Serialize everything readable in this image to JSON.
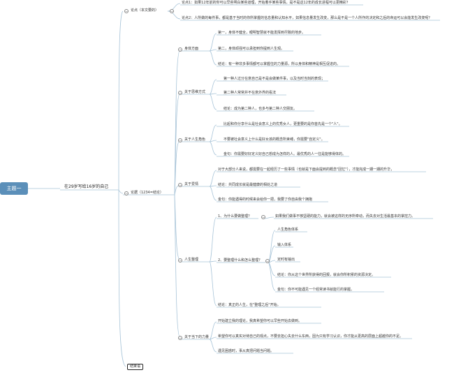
{
  "root": "主题一",
  "main": "在29岁写给16岁的自己",
  "lunDian": {
    "label": "论点（本文要的）",
    "items": [
      "论点1：如果12年前的你可以早些明白某些道理，开始着手某些事情，是不是这12年的成长进程可以更精彩？",
      "论点2：人所做的每件事，都是基于当时的你所掌握的信息量和认知水平，如果信息量发生改变，那么是不是一个人所作的决定和之后的命运可以会能发生改变呢？"
    ]
  },
  "lunJu": {
    "label": "论据（1234=结论）",
    "groups": [
      {
        "label": "身体方面",
        "items": [
          "第一，身体不健全，眼明智慧就不能发挥到尽致的地步。",
          "第二，身体顽强可以承担到你提到人生观。",
          "结论：有一种非多事情都可以掌握住的力量源，所以身体和精神是相互促进的。"
        ]
      },
      {
        "label": "关于思维方式",
        "items": [
          "第一种人过分在意自己是不是会做某件事，以及当时当刻的表现；",
          "第二种人常常并不在意外界的看法",
          "结论：成为第二种人，也多与第二种人交朋友。"
        ]
      },
      {
        "label": "关于人生角色",
        "items": [
          "比起和你分享什么是社会意义上的优秀女人，更重要的是你首先是一个\"人\"。",
          "不要被社会意义上什么是好女孩的概念所束缚，你需要\"自定义\"。",
          "金句：你需要好好定义好自己想成为怎样的人。最优秀的人一往是能够得体的。"
        ]
      },
      {
        "label": "关于爱情",
        "items": [
          "对于大部分人来说，都需要在一起经历了一些事情（也就是下面会提到的概念\"回忆\"），才能完成一期一期的升华，",
          "结论：共同成长就是最健康的相处之道",
          "金句：你能遇得的时候来会给你一把，我要了你自由我个拥抱"
        ]
      }
    ],
    "rensheng": {
      "label": "人生整理",
      "q1": "1、为什么要做整理？",
      "q1_item": "如果我们做事不够坚硬的能力，就会被这样的无序所牵动，而失去对生活最基本的掌控力。",
      "q2": "2、要整理什么和怎么整理？",
      "q2_items": [
        "人生角色体系",
        "输入体系",
        "定时有输出",
        "结论：你从这个世界所获得的回报，就会你所积累的资源决定。",
        "金句：你不可能遇见一个经常读书就能行的掌握。"
      ],
      "conclusion": "结论：真正的人生，在\"整理之后\"开始。"
    },
    "dangxia": {
      "label": "关于当下的力量",
      "items": [
        "开始建立我的理论，我真希望你可以早些开始去做到。",
        "希望你可以真实对待自己的观点，不要去担心失去什么东西，因为只有学习认识，你才能从更高的层面上超越你的不足。",
        "遇见困惑时，事从真把问题当问题。"
      ]
    }
  },
  "end": "结束语"
}
